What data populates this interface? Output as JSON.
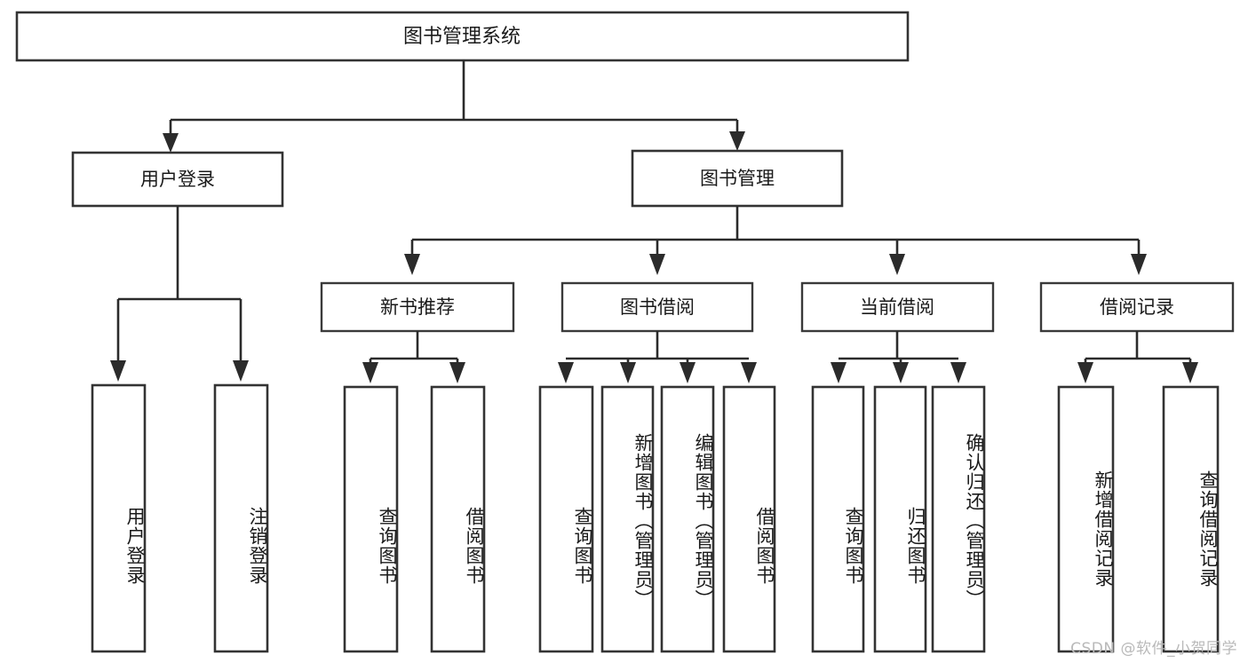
{
  "diagram": {
    "type": "tree-hierarchy",
    "orientation": "top-down",
    "title_text": "图书管理系统",
    "colors": {
      "background": "#ffffff",
      "box_fill": "#ffffff",
      "box_stroke": "#333333",
      "connector": "#2b2b2b",
      "text": "#1a1a1a",
      "watermark": "#b9b9b9"
    },
    "root": {
      "label": "图书管理系统"
    },
    "level1": [
      {
        "label": "用户登录"
      },
      {
        "label": "图书管理"
      }
    ],
    "level2": [
      {
        "label": "新书推荐"
      },
      {
        "label": "图书借阅"
      },
      {
        "label": "当前借阅"
      },
      {
        "label": "借阅记录"
      }
    ],
    "leaves": {
      "user_login": [
        {
          "label": "用户登录"
        },
        {
          "label": "注销登录"
        }
      ],
      "new_book_recommend": [
        {
          "label": "查询图书"
        },
        {
          "label": "借阅图书"
        }
      ],
      "book_borrow": [
        {
          "label": "查询图书"
        },
        {
          "label": "新增图书（管理员）"
        },
        {
          "label": "编辑图书（管理员）"
        },
        {
          "label": "借阅图书"
        }
      ],
      "current_borrow": [
        {
          "label": "查询图书"
        },
        {
          "label": "归还图书"
        },
        {
          "label": "确认归还（管理员）"
        }
      ],
      "borrow_record": [
        {
          "label": "新增借阅记录"
        },
        {
          "label": "查询借阅记录"
        }
      ]
    }
  },
  "watermark": {
    "text": "CSDN @软件_小贺同学"
  }
}
